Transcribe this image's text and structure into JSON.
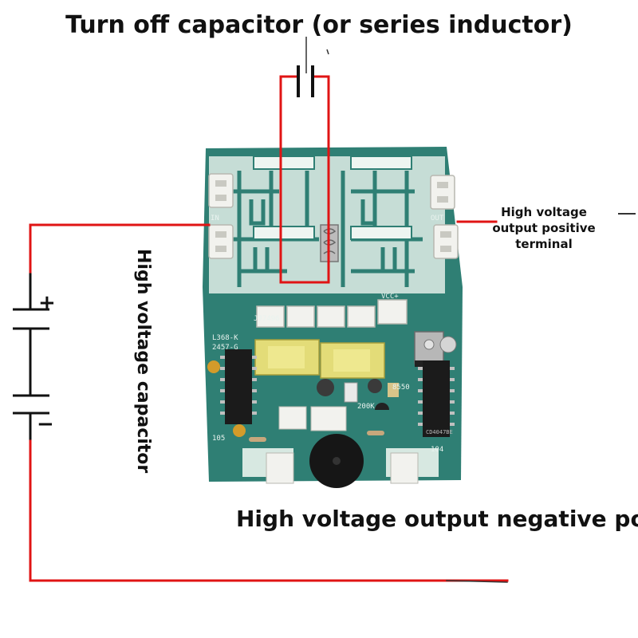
{
  "labels": {
    "top": "Turn off capacitor (or series inductor)",
    "positive_terminal": "High voltage output positive terminal",
    "capacitor": "High voltage capacitor",
    "negative_pole": "High voltage output negative pole"
  },
  "battery": {
    "plus_sign": "+",
    "minus_sign": "−"
  },
  "board_silkscreen": {
    "model": "JJ7496",
    "part": "L368-K",
    "rev": "2457-G",
    "in_marker": "IN",
    "out_marker": "OUT",
    "vcc": "VCC+",
    "ic": "CD4047BE",
    "transistor": "8550",
    "resistor": "200K",
    "ref_105": "105",
    "ref_104": "104"
  },
  "colors": {
    "wire": "#e01414",
    "black_wire": "#111111",
    "board": "#2f7f74",
    "board_light": "#d7e8e1",
    "connector": "#f2f2ee",
    "transformer": "#e3dc78",
    "ic": "#1b1b1b"
  }
}
